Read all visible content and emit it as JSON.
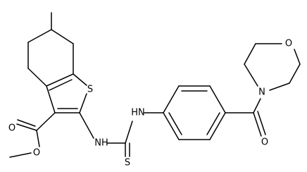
{
  "diagram": {
    "type": "chemical-structure",
    "atoms": {
      "S": {
        "label": "S"
      },
      "NH1": {
        "label": "NH"
      },
      "NH2": {
        "label": "HN"
      },
      "S2": {
        "label": "S"
      },
      "O_es1": {
        "label": "O"
      },
      "O_es2": {
        "label": "O"
      },
      "O_amide": {
        "label": "O"
      },
      "N_morph": {
        "label": "N"
      },
      "O_morph": {
        "label": "O"
      }
    },
    "colors": {
      "bond": "#000000",
      "label": "#000000",
      "background": "#ffffff"
    }
  }
}
